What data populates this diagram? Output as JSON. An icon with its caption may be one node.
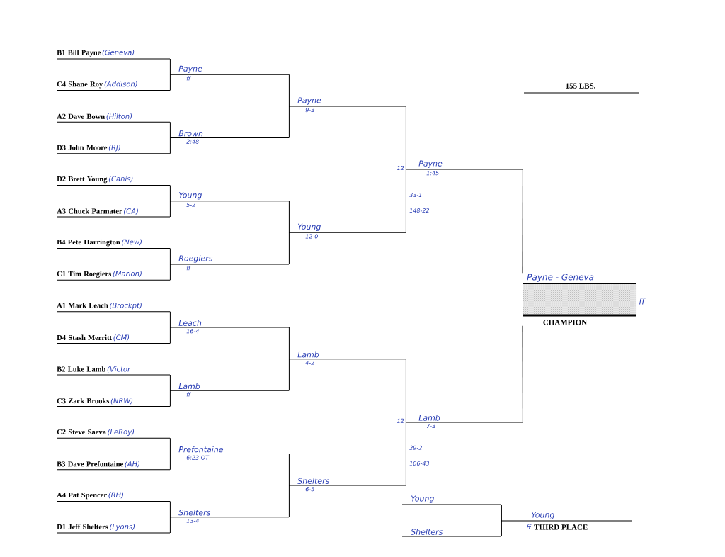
{
  "diagram": {
    "nodes": [
      {
        "text": [
          "B1 Bill Payne",
          "(Geneva)"
        ]
      },
      {
        "text": [
          "C4 Shane Roy",
          "(Addison)"
        ]
      },
      {
        "text": [
          "A2 Dave Bown",
          "(Hilton)"
        ]
      },
      {
        "text": [
          "D3 John Moore",
          "(RJ)"
        ]
      },
      {
        "text": [
          "D2 Brett Young",
          "(Canis)"
        ]
      },
      {
        "text": [
          "A3 Chuck Parmater",
          "(CA)"
        ]
      },
      {
        "text": [
          "B4 Pete Harrington",
          "(New)"
        ]
      },
      {
        "text": [
          "C1 Tim Roegiers",
          "(Marion)"
        ]
      },
      {
        "text": [
          "A1 Mark Leach",
          "(Brockpt)"
        ]
      },
      {
        "text": [
          "D4 Stash Merritt",
          "(CM)"
        ]
      },
      {
        "text": [
          "B2 Luke Lamb",
          "(Victor"
        ]
      },
      {
        "text": [
          "C3 Zack Brooks",
          "(NRW)"
        ]
      },
      {
        "text": [
          "C2 Steve Saeva",
          "(LeRoy)"
        ]
      },
      {
        "text": [
          "B3 Dave Prefontaine",
          "(AH)"
        ]
      },
      {
        "text": [
          "A4 Pat Spencer",
          "(RH)"
        ]
      },
      {
        "text": [
          "D1 Jeff Shelters",
          "(Lyons)"
        ]
      },
      {
        "text": [
          "Payne",
          "ff"
        ]
      },
      {
        "text": [
          "Brown",
          "2:48"
        ]
      },
      {
        "text": [
          "Young",
          "5-2"
        ]
      },
      {
        "text": [
          "Roegiers",
          "ff"
        ]
      },
      {
        "text": [
          "Leach",
          "16-4"
        ]
      },
      {
        "text": [
          "Lamb",
          "ff"
        ]
      },
      {
        "text": [
          "Prefontaine",
          "6:23 OT"
        ]
      },
      {
        "text": [
          "Shelters",
          "13-4"
        ]
      },
      {
        "text": [
          "Payne",
          "9-3"
        ]
      },
      {
        "text": [
          "Young",
          "12-0"
        ]
      },
      {
        "text": [
          "Lamb",
          "4-2"
        ]
      },
      {
        "text": [
          "Shelters",
          "6-5"
        ]
      },
      {
        "text": [
          "Payne",
          "1:45"
        ],
        "beside": [
          "12",
          "33-1",
          "148-22"
        ]
      },
      {
        "text": [
          "Lamb",
          "7-3"
        ],
        "beside": [
          "12",
          "29-2",
          "106-43"
        ]
      },
      {
        "text": [
          "Payne - Geneva",
          "CHAMPION"
        ],
        "beside": [
          "ff"
        ]
      },
      {
        "text": [
          "Young"
        ]
      },
      {
        "text": [
          "Shelters"
        ]
      },
      {
        "text": [
          "Young",
          "ff",
          "THIRD PLACE"
        ]
      }
    ],
    "edges": [
      {
        "from": 0,
        "to": 16,
        "arrow": "none"
      },
      {
        "from": 1,
        "to": 16,
        "arrow": "none"
      },
      {
        "from": 2,
        "to": 17,
        "arrow": "none"
      },
      {
        "from": 3,
        "to": 17,
        "arrow": "none"
      },
      {
        "from": 4,
        "to": 18,
        "arrow": "none"
      },
      {
        "from": 5,
        "to": 18,
        "arrow": "none"
      },
      {
        "from": 6,
        "to": 19,
        "arrow": "none"
      },
      {
        "from": 7,
        "to": 19,
        "arrow": "none"
      },
      {
        "from": 8,
        "to": 20,
        "arrow": "none"
      },
      {
        "from": 9,
        "to": 20,
        "arrow": "none"
      },
      {
        "from": 10,
        "to": 21,
        "arrow": "none"
      },
      {
        "from": 11,
        "to": 21,
        "arrow": "none"
      },
      {
        "from": 12,
        "to": 22,
        "arrow": "none"
      },
      {
        "from": 13,
        "to": 22,
        "arrow": "none"
      },
      {
        "from": 14,
        "to": 23,
        "arrow": "none"
      },
      {
        "from": 15,
        "to": 23,
        "arrow": "none"
      },
      {
        "from": 16,
        "to": 24,
        "arrow": "none"
      },
      {
        "from": 17,
        "to": 24,
        "arrow": "none"
      },
      {
        "from": 18,
        "to": 25,
        "arrow": "none"
      },
      {
        "from": 19,
        "to": 25,
        "arrow": "none"
      },
      {
        "from": 20,
        "to": 26,
        "arrow": "none"
      },
      {
        "from": 21,
        "to": 26,
        "arrow": "none"
      },
      {
        "from": 22,
        "to": 27,
        "arrow": "none"
      },
      {
        "from": 23,
        "to": 27,
        "arrow": "none"
      },
      {
        "from": 24,
        "to": 28,
        "arrow": "none"
      },
      {
        "from": 25,
        "to": 28,
        "arrow": "none"
      },
      {
        "from": 26,
        "to": 29,
        "arrow": "none"
      },
      {
        "from": 27,
        "to": 29,
        "arrow": "none"
      },
      {
        "from": 28,
        "to": 30,
        "arrow": "none"
      },
      {
        "from": 29,
        "to": 30,
        "arrow": "none"
      },
      {
        "from": 31,
        "to": 33,
        "arrow": "none"
      },
      {
        "from": 32,
        "to": 33,
        "arrow": "none"
      }
    ],
    "labels": [
      "155 LBS."
    ]
  }
}
